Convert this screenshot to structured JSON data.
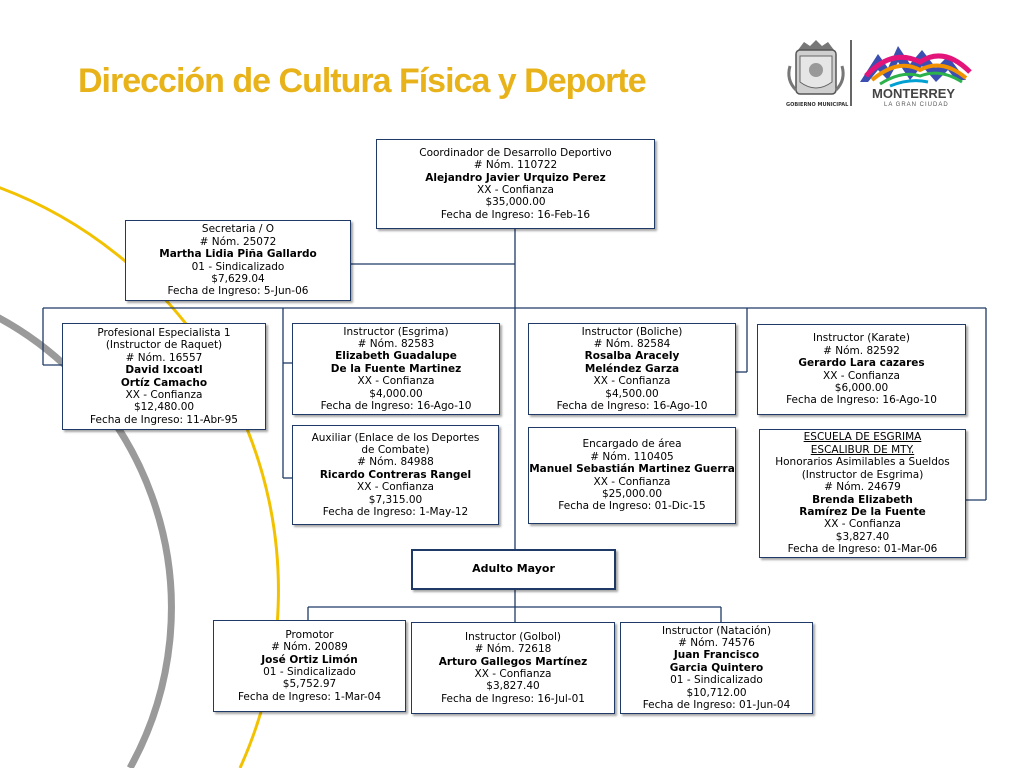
{
  "header": {
    "title": "Dirección de Cultura Física y Deporte",
    "logo_municipal_text": "GOBIERNO MUNICIPAL",
    "logo_city_text": "MONTERREY",
    "logo_city_tagline": "LA GRAN CIUDAD"
  },
  "colors": {
    "title": "#e8b31a",
    "box_border": "#1f3a66",
    "connector": "#1f3a66"
  },
  "boxes": {
    "coordinador": [
      "Coordinador de Desarrollo Deportivo",
      "# Nóm. 110722",
      "Alejandro Javier Urquizo Perez",
      "XX - Confianza",
      "$35,000.00",
      "Fecha de Ingreso:  16-Feb-16"
    ],
    "secretaria": [
      "Secretaria / O",
      "# Nóm. 25072",
      "Martha Lidia Piña Gallardo",
      "01 - Sindicalizado",
      "$7,629.04",
      "Fecha de Ingreso:   5-Jun-06"
    ],
    "profesional": [
      "Profesional Especialista 1",
      "(Instructor de Raquet)",
      "# Nóm. 16557",
      "David Ixcoatl",
      "Ortíz Camacho",
      "XX - Confianza",
      "$12,480.00",
      "Fecha de Ingreso:  11-Abr-95"
    ],
    "esgrima": [
      "Instructor  (Esgrima)",
      "# Nóm. 82583",
      "Elizabeth Guadalupe",
      "De la Fuente Martinez",
      "XX - Confianza",
      "$4,000.00",
      "Fecha de Ingreso:  16-Ago-10"
    ],
    "boliche": [
      "Instructor (Boliche)",
      "# Nóm. 82584",
      "Rosalba Aracely",
      " Meléndez Garza",
      "XX - Confianza",
      "$4,500.00",
      "Fecha de Ingreso:  16-Ago-10"
    ],
    "karate": [
      "Instructor (Karate)",
      "# Nóm. 82592",
      "Gerardo Lara cazares",
      "XX - Confianza",
      "$6,000.00",
      "Fecha de Ingreso:  16-Ago-10"
    ],
    "auxiliar": [
      "Auxiliar (Enlace de los Deportes",
      "de Combate)",
      "# Nóm. 84988",
      "Ricardo Contreras Rangel",
      "XX - Confianza",
      "$7,315.00",
      "Fecha de Ingreso:  1-May-12"
    ],
    "encargado": [
      "Encargado de área",
      "# Nóm. 110405",
      "Manuel Sebastián Martinez Guerra",
      "XX - Confianza",
      "$25,000.00",
      "Fecha de Ingreso:  01-Dic-15"
    ],
    "escalibur": [
      "ESCUELA DE ESGRIMA",
      "ESCALIBUR DE MTY.",
      "Honorarios Asimilables a Sueldos",
      "(Instructor de Esgrima)",
      "# Nóm. 24679",
      "Brenda Elizabeth",
      "Ramírez De la Fuente",
      "XX - Confianza",
      "$3,827.40",
      "Fecha de Ingreso:  01-Mar-06"
    ],
    "adulto": [
      "Adulto Mayor"
    ],
    "promotor": [
      "Promotor",
      "# Nóm. 20089",
      "José Ortiz Limón",
      "01 - Sindicalizado",
      "$5,752.97",
      "Fecha de Ingreso:  1-Mar-04"
    ],
    "golbol": [
      "Instructor (Golbol)",
      "# Nóm. 72618",
      "Arturo Gallegos Martínez",
      "XX - Confianza",
      "$3,827.40",
      "Fecha de Ingreso:  16-Jul-01"
    ],
    "natacion": [
      "Instructor (Natación)",
      "# Nóm. 74576",
      "Juan Francisco",
      "Garcia Quintero",
      "01 - Sindicalizado",
      "$10,712.00",
      "Fecha de Ingreso: 01-Jun-04"
    ]
  }
}
